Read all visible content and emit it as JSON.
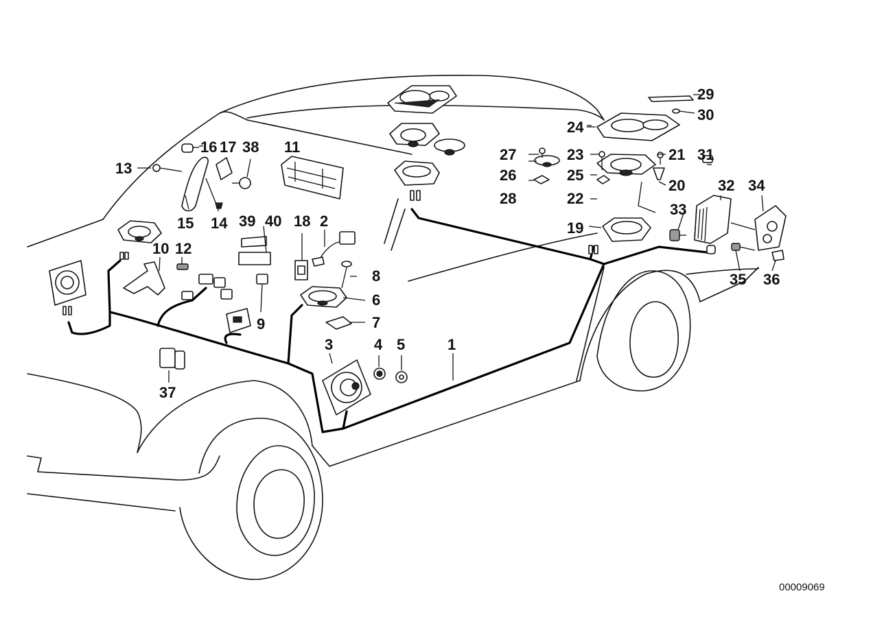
{
  "diagram": {
    "catalog_number": "00009069",
    "part_labels": [
      "1",
      "2",
      "3",
      "4",
      "5",
      "6",
      "7",
      "8",
      "9",
      "10",
      "11",
      "12",
      "13",
      "14",
      "15",
      "16",
      "17",
      "18",
      "19",
      "20",
      "21",
      "22",
      "23",
      "24",
      "25",
      "26",
      "27",
      "28",
      "29",
      "30",
      "31",
      "32",
      "33",
      "34",
      "35",
      "36",
      "37",
      "38",
      "39",
      "40"
    ]
  }
}
